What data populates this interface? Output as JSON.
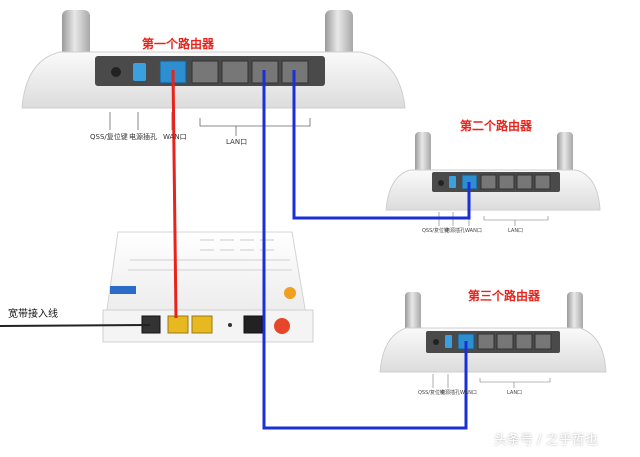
{
  "routers": {
    "first": {
      "title": "第一个路由器",
      "qss": "QSS/复位键",
      "power": "电源插孔",
      "wan": "WAN口",
      "lan": "LAN口"
    },
    "second": {
      "title": "第二个路由器",
      "qss": "QSS/复位键",
      "power": "电源插孔",
      "wan": "WAN口",
      "lan": "LAN口"
    },
    "third": {
      "title": "第三个路由器",
      "qss": "QSS/复位键",
      "power": "电源插孔",
      "wan": "WAN口",
      "lan": "LAN口"
    }
  },
  "modem": {
    "broadband_label": "宽带接入线"
  },
  "watermark": "头条号 / 之乎哲也",
  "colors": {
    "wan_cable": "#e8231c",
    "lan_cable": "#1b2fd6",
    "title_text": "#e8231c",
    "port_blue": "#2e8fd0"
  }
}
